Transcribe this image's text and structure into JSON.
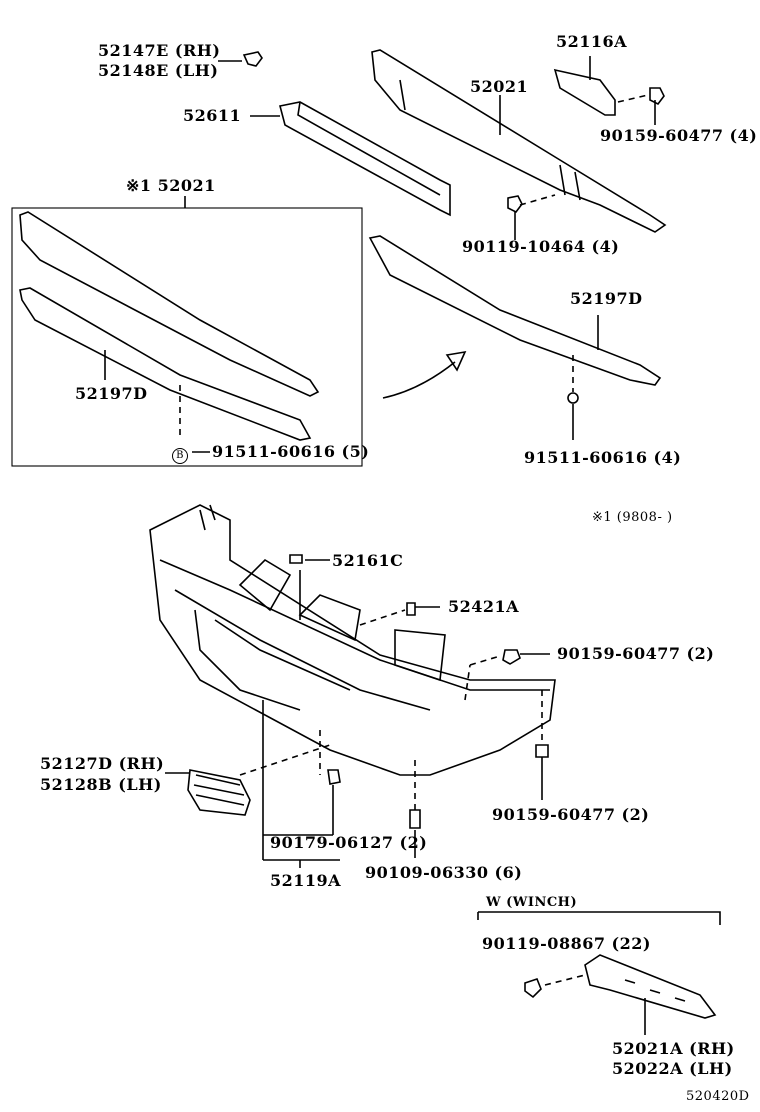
{
  "labels": {
    "p52147E": "52147E (RH)",
    "p52148E": "52148E (LH)",
    "p52116A": "52116A",
    "p52021_top": "52021",
    "p52611": "52611",
    "p90159_4": "90159-60477 (4)",
    "p90119_10464": "90119-10464 (4)",
    "p52021_box": "※1 52021",
    "p52197D_box": "52197D",
    "p91511_5": "91511-60616 (5)",
    "p52197D_right": "52197D",
    "p91511_4": "91511-60616 (4)",
    "note_1": "※1 (9808-      )",
    "p52161C": "52161C",
    "p52421A": "52421A",
    "p90159_2a": "90159-60477 (2)",
    "p52127D": "52127D (RH)",
    "p52128B": "52128B (LH)",
    "p90159_2b": "90159-60477 (2)",
    "p90179": "90179-06127 (2)",
    "p52119A": "52119A",
    "p90109": "90109-06330 (6)",
    "winch": "W (WINCH)",
    "p90119_08867": "90119-08867 (22)",
    "p52021A": "52021A (RH)",
    "p52022A": "52022A (LH)",
    "fig_code": "520420D",
    "marker_b": "B"
  }
}
